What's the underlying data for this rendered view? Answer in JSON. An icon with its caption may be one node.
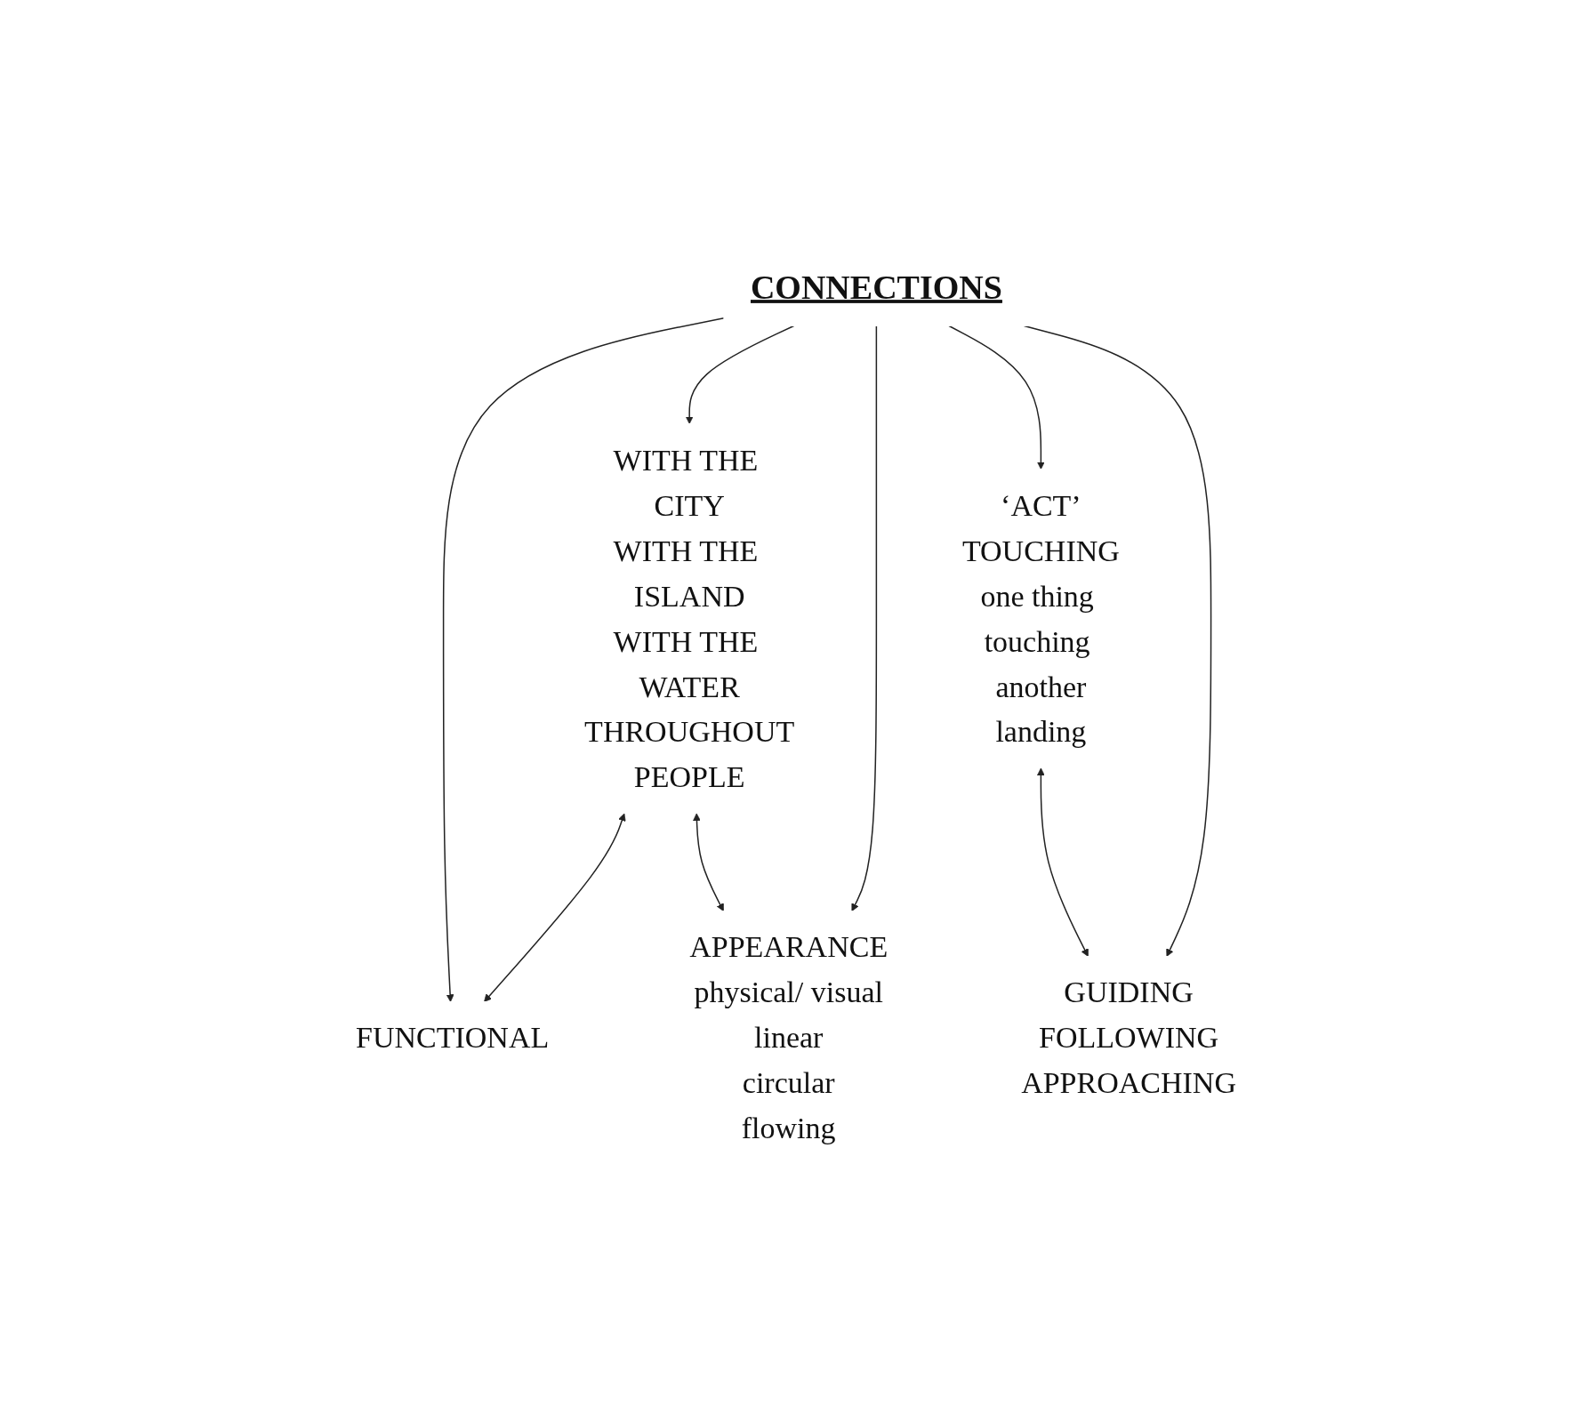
{
  "diagram": {
    "nodes": [
      {
        "text": [
          "CONNECTIONS"
        ]
      },
      {
        "text": [
          "FUNCTIONAL"
        ]
      },
      {
        "text": [
          "WITH THE CITY",
          "WITH THE ISLAND",
          "WITH THE WATER",
          "THROUGHOUT",
          "PEOPLE"
        ]
      },
      {
        "text": [
          "APPEARANCE",
          "physical/ visual",
          "linear",
          "circular",
          "flowing"
        ]
      },
      {
        "text": [
          "‘ACT’",
          "TOUCHING",
          "one thing touching another",
          "landing"
        ]
      },
      {
        "text": [
          "GUIDING",
          "FOLLOWING",
          "APPROACHING"
        ]
      }
    ],
    "edges": [
      {
        "from": 0,
        "to": 1,
        "arrow": "to"
      },
      {
        "from": 0,
        "to": 2,
        "arrow": "to"
      },
      {
        "from": 0,
        "to": 3,
        "arrow": "to"
      },
      {
        "from": 0,
        "to": 4,
        "arrow": "to"
      },
      {
        "from": 0,
        "to": 5,
        "arrow": "to"
      },
      {
        "from": 2,
        "to": 1,
        "arrow": "both"
      },
      {
        "from": 2,
        "to": 3,
        "arrow": "both"
      },
      {
        "from": 4,
        "to": 5,
        "arrow": "both"
      }
    ]
  }
}
